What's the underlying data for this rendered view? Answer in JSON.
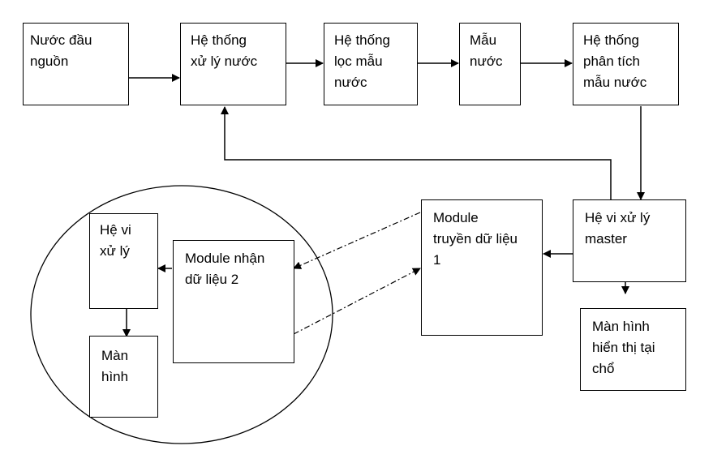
{
  "nodes": {
    "source_water": [
      "Nước đầu",
      "nguồn"
    ],
    "water_treatment": [
      "Hệ thống",
      "xử lý nước"
    ],
    "sample_filter": [
      "Hệ thống",
      "lọc mẫu",
      "nước"
    ],
    "water_sample": [
      "Mẫu",
      "nước"
    ],
    "sample_analysis": [
      "Hệ thống",
      "phân tích",
      "mẫu nước"
    ],
    "master_mcu": [
      "Hệ vi xử lý",
      "master"
    ],
    "transmit_module": [
      "Module",
      "truyền dữ liệu",
      "1"
    ],
    "local_display": [
      "Màn hình",
      "hiển thị tại",
      "chổ"
    ],
    "receive_module": [
      "Module nhận",
      "dữ liệu 2"
    ],
    "remote_mcu": [
      "Hệ vi",
      "xử lý"
    ],
    "remote_display": [
      "Màn",
      "hình"
    ]
  },
  "connections": [
    {
      "from": "source_water",
      "to": "water_treatment",
      "style": "solid"
    },
    {
      "from": "water_treatment",
      "to": "sample_filter",
      "style": "solid"
    },
    {
      "from": "sample_filter",
      "to": "water_sample",
      "style": "solid"
    },
    {
      "from": "water_sample",
      "to": "sample_analysis",
      "style": "solid"
    },
    {
      "from": "sample_analysis",
      "to": "master_mcu",
      "style": "solid"
    },
    {
      "from": "master_mcu",
      "to": "water_treatment",
      "style": "solid"
    },
    {
      "from": "master_mcu",
      "to": "transmit_module",
      "style": "solid"
    },
    {
      "from": "master_mcu",
      "to": "local_display",
      "style": "solid"
    },
    {
      "from": "transmit_module",
      "to": "receive_module",
      "style": "dash-dot"
    },
    {
      "from": "receive_module",
      "to": "transmit_module",
      "style": "dash-dot"
    },
    {
      "from": "receive_module",
      "to": "remote_mcu",
      "style": "solid"
    },
    {
      "from": "remote_mcu",
      "to": "remote_display",
      "style": "solid"
    }
  ]
}
